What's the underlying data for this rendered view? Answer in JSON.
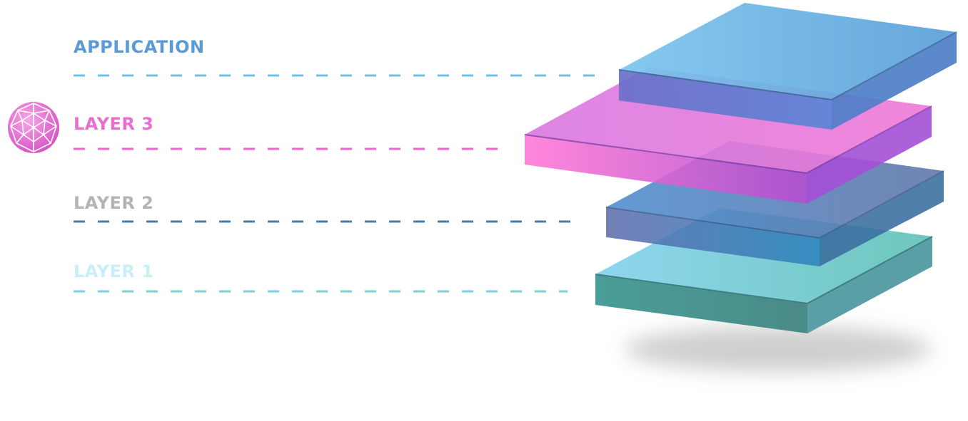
{
  "layers": [
    {
      "id": "application",
      "label": "APPLICATION",
      "color": "#5b9bd5",
      "line_color": "#6fc0e0"
    },
    {
      "id": "layer3",
      "label": "LAYER 3",
      "color": "#e86fcf",
      "line_color": "#ee66cc"
    },
    {
      "id": "layer2",
      "label": "LAYER 2",
      "color": "#b4b4b4",
      "line_color": "#3f7fae"
    },
    {
      "id": "layer1",
      "label": "LAYER 1",
      "color": "#c7eff6",
      "line_color": "#7fcfd6"
    }
  ],
  "logo": {
    "icon": "geodesic-sphere-icon",
    "color": "#e86fcf"
  },
  "colors": {
    "application_top": "#6fb6e6",
    "layer3_top": "#e07be0",
    "layer2_top": "#5a86b8",
    "layer1_top": "#7fd0d8",
    "shadow": "#cfcfcf"
  }
}
